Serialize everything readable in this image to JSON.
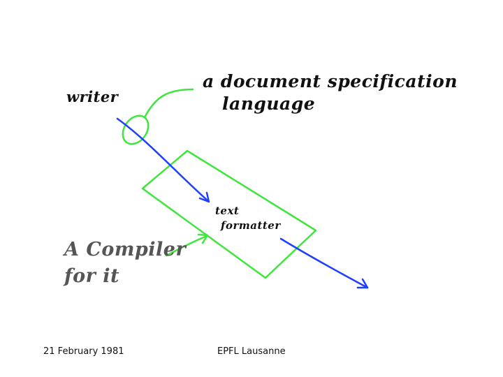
{
  "diagram": {
    "labels": {
      "writer": "writer",
      "spec_language_line1": "a document specification",
      "spec_language_line2": "language",
      "formatter_line1": "text",
      "formatter_line2": "formatter",
      "compiler_line1": "A Compiler",
      "compiler_line2": "for it"
    },
    "colors": {
      "flow_arrow": "#1f3fff",
      "annotation": "#3ee63e",
      "ink": "#111111",
      "ink_gray": "#555555"
    }
  },
  "footer": {
    "date": "21 February 1981",
    "place": "EPFL Lausanne"
  }
}
